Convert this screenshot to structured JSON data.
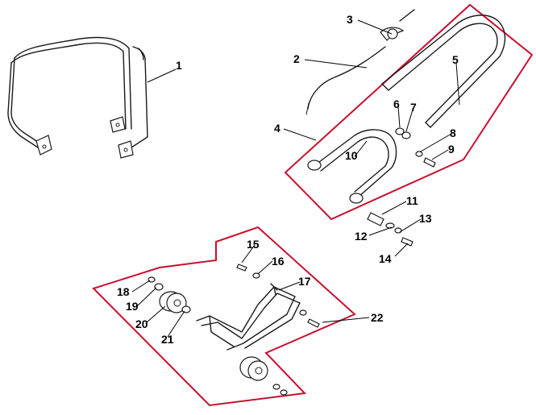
{
  "colors": {
    "outline": "#c8102e",
    "ink": "#1a1a1a",
    "background": "#ffffff"
  },
  "callouts": [
    {
      "id": "p1",
      "label": "1"
    },
    {
      "id": "p2",
      "label": "2"
    },
    {
      "id": "p3",
      "label": "3"
    },
    {
      "id": "p4",
      "label": "4"
    },
    {
      "id": "p5",
      "label": "5"
    },
    {
      "id": "p6",
      "label": "6"
    },
    {
      "id": "p7",
      "label": "7"
    },
    {
      "id": "p8",
      "label": "8"
    },
    {
      "id": "p9",
      "label": "9"
    },
    {
      "id": "p10",
      "label": "10"
    },
    {
      "id": "p11",
      "label": "11"
    },
    {
      "id": "p12",
      "label": "12"
    },
    {
      "id": "p13",
      "label": "13"
    },
    {
      "id": "p14",
      "label": "14"
    },
    {
      "id": "p15",
      "label": "15"
    },
    {
      "id": "p16",
      "label": "16"
    },
    {
      "id": "p17",
      "label": "17"
    },
    {
      "id": "p18",
      "label": "18"
    },
    {
      "id": "p19",
      "label": "19"
    },
    {
      "id": "p20",
      "label": "20"
    },
    {
      "id": "p21",
      "label": "21"
    },
    {
      "id": "p22",
      "label": "22"
    }
  ]
}
